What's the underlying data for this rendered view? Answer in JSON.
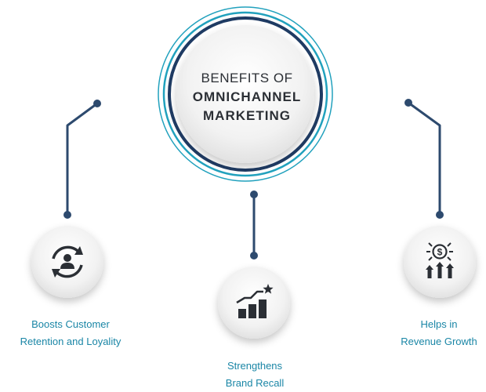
{
  "center": {
    "line1": "BENEFITS OF",
    "line2": "OMNICHANNEL",
    "line3": "MARKETING"
  },
  "benefits": [
    {
      "icon": "customer-retention-icon",
      "line1": "Boosts Customer",
      "line2": "Retention and Loyality"
    },
    {
      "icon": "growth-chart-star-icon",
      "line1": "Strengthens",
      "line2": "Brand Recall"
    },
    {
      "icon": "revenue-growth-icon",
      "line1": "Helps in",
      "line2": "Revenue Growth"
    }
  ],
  "colors": {
    "connector": "#2d4a6e",
    "ring_teal": "#21a1bd",
    "ring_navy": "#1f3b63",
    "label_text": "#1a86a6",
    "icon_dark": "#2b2f35"
  }
}
